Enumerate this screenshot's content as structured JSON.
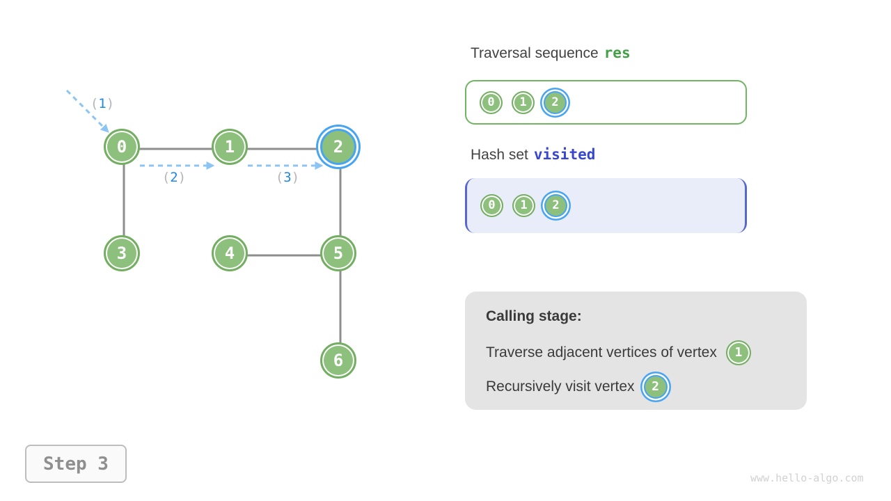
{
  "graph": {
    "nodes": [
      {
        "label": "0"
      },
      {
        "label": "1"
      },
      {
        "label": "2"
      },
      {
        "label": "3"
      },
      {
        "label": "4"
      },
      {
        "label": "5"
      },
      {
        "label": "6"
      }
    ],
    "highlighted_node": "2",
    "edges": [
      [
        "0",
        "1"
      ],
      [
        "1",
        "2"
      ],
      [
        "0",
        "3"
      ],
      [
        "2",
        "5"
      ],
      [
        "4",
        "5"
      ],
      [
        "5",
        "6"
      ]
    ],
    "traversal_arrows": [
      {
        "step": "1",
        "open": "(",
        "close": ")"
      },
      {
        "step": "2",
        "open": "(",
        "close": ")"
      },
      {
        "step": "3",
        "open": "(",
        "close": ")"
      }
    ]
  },
  "panels": {
    "traversal": {
      "title": "Traversal sequence",
      "code": "res",
      "items": [
        {
          "label": "0",
          "highlighted": false
        },
        {
          "label": "1",
          "highlighted": false
        },
        {
          "label": "2",
          "highlighted": true
        }
      ]
    },
    "visited": {
      "title": "Hash set",
      "code": "visited",
      "items": [
        {
          "label": "0",
          "highlighted": false
        },
        {
          "label": "1",
          "highlighted": false
        },
        {
          "label": "2",
          "highlighted": true
        }
      ]
    },
    "calling": {
      "heading": "Calling stage:",
      "lines": [
        {
          "text": "Traverse adjacent vertices of vertex",
          "node": "1",
          "node_highlighted": false
        },
        {
          "text": "Recursively visit vertex",
          "node": "2",
          "node_highlighted": true
        }
      ]
    }
  },
  "footer": {
    "step_label": "Step 3",
    "watermark": "www.hello-algo.com"
  },
  "colors": {
    "node_green_fill": "#8CC07C",
    "node_green_border": "#74AE63",
    "highlight_blue": "#47A4F2",
    "dashed_arrow_blue": "#8CC5F4",
    "label_number_blue": "#1E88E5",
    "label_paren_gray": "#B5B5B5",
    "edge_gray": "#8E8E8E",
    "res_code_green": "#43A047",
    "visited_code_indigo": "#3747CE",
    "visited_box_border": "#5866CF",
    "visited_box_bg": "#E9EDFA",
    "res_box_border": "#6FB562",
    "calling_box_bg": "#E4E4E4"
  }
}
